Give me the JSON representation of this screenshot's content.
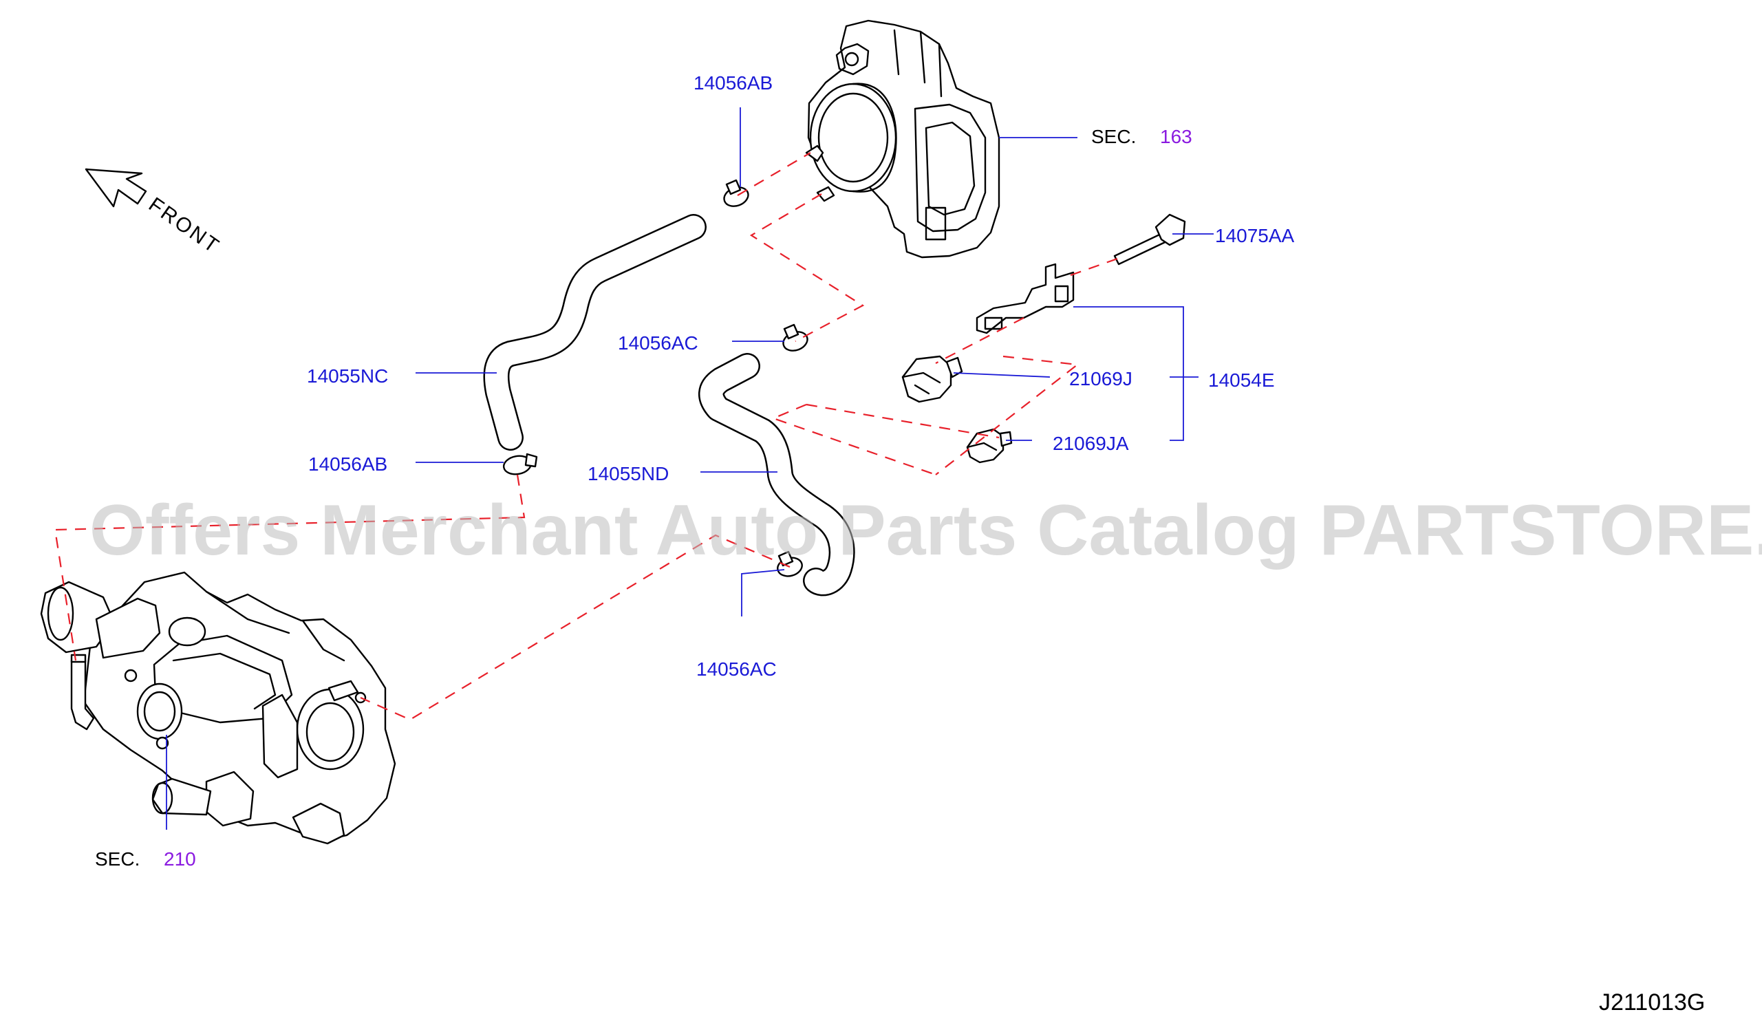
{
  "watermark": "Offers Merchant Auto Parts Catalog PARTSTORE.SA",
  "front_label": "FRONT",
  "diagram_code": "J211013G",
  "sections": [
    {
      "prefix": "SEC.",
      "number": "163"
    },
    {
      "prefix": "SEC.",
      "number": "210"
    }
  ],
  "callouts": [
    "14056AB",
    "14075AA",
    "14056AC",
    "14055NC",
    "21069J",
    "14054E",
    "21069JA",
    "14056AB",
    "14055ND",
    "14056AC"
  ],
  "colors": {
    "callout_text": "#1a1ad6",
    "section_number": "#8a1ae0",
    "dashed_link": "#e8202a",
    "watermark": "#bdbdbd"
  }
}
